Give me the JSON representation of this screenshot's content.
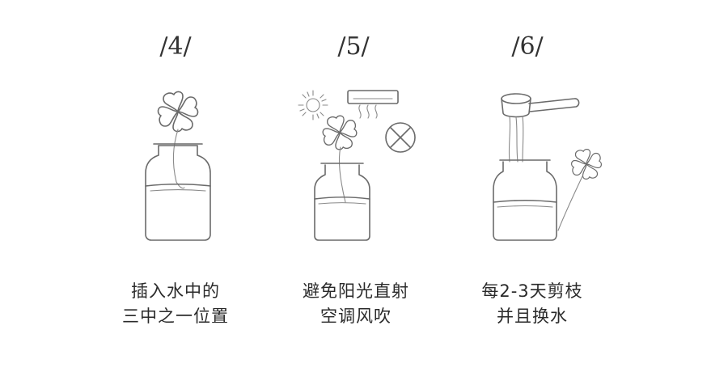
{
  "steps": [
    {
      "number": "/4/",
      "line1": "插入水中的",
      "line2": "三中之一位置",
      "icon": "bottle-with-clover-icon"
    },
    {
      "number": "/5/",
      "line1": "避免阳光直射",
      "line2": "空调风吹",
      "icon": "avoid-sun-and-ac-icon"
    },
    {
      "number": "/6/",
      "line1": "每2-3天剪枝",
      "line2": "并且换水",
      "icon": "trim-and-change-water-icon"
    }
  ],
  "colors": {
    "line": "#6a6a6a",
    "text": "#2a2a2a",
    "background": "#ffffff"
  }
}
